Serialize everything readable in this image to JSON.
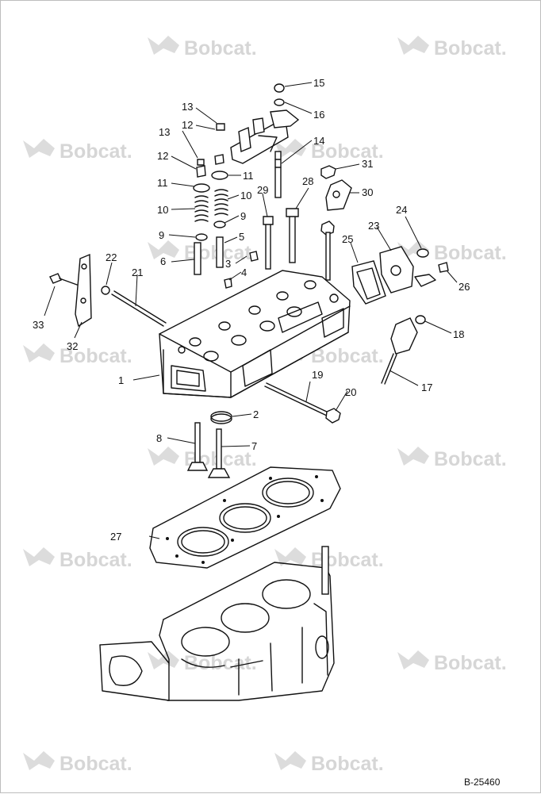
{
  "watermark": {
    "text": "Bobcat."
  },
  "figure_id": "B-25460",
  "callouts": [
    "1",
    "2",
    "3",
    "4",
    "5",
    "6",
    "7",
    "8",
    "9",
    "9",
    "10",
    "10",
    "11",
    "11",
    "12",
    "12",
    "13",
    "13",
    "14",
    "15",
    "16",
    "17",
    "18",
    "19",
    "20",
    "21",
    "22",
    "23",
    "24",
    "25",
    "26",
    "27",
    "28",
    "29",
    "30",
    "31",
    "32",
    "33"
  ]
}
